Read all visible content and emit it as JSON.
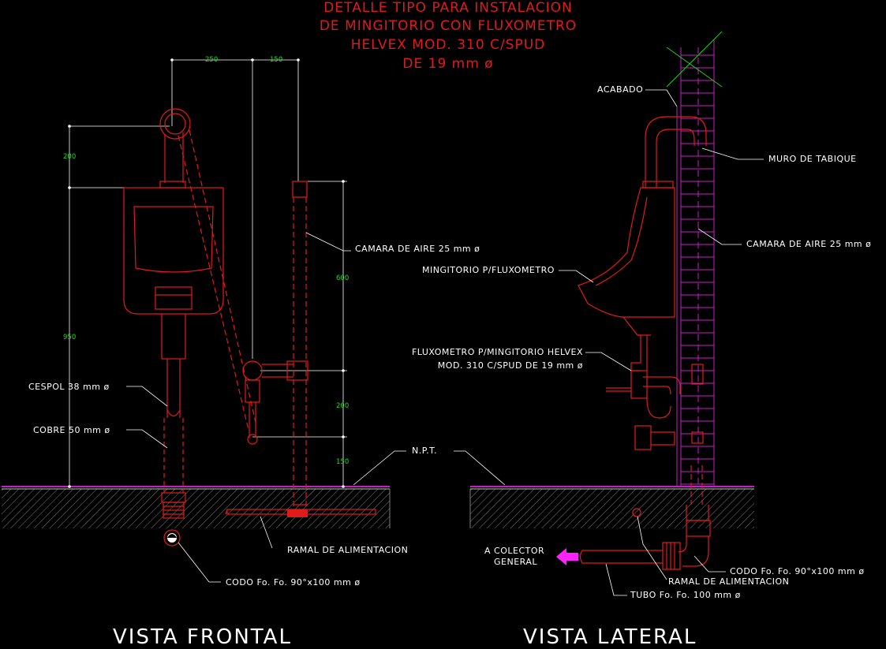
{
  "title_lines": [
    "DETALLE TIPO PARA INSTALACION",
    "DE MINGITORIO CON FLUXOMETRO",
    "HELVEX MOD. 310 C/SPUD",
    "DE 19 mm ø"
  ],
  "views": {
    "frontal": "VISTA FRONTAL",
    "lateral": "VISTA LATERAL"
  },
  "frontal": {
    "dimensions": {
      "d250": "250",
      "d150_top": "150",
      "d200_upper": "200",
      "d950": "950",
      "d600": "600",
      "d200_lower": "200",
      "d150_bottom": "150"
    },
    "labels": {
      "cespol": "CESPOL 38 mm ø",
      "cobre": "COBRE 50 mm ø",
      "camara": "CAMARA DE AIRE 25 mm ø",
      "ramal": "RAMAL DE ALIMENTACION",
      "codo": "CODO Fo. Fo. 90°x100 mm ø"
    }
  },
  "npt": "N.P.T.",
  "lateral": {
    "labels": {
      "acabado": "ACABADO",
      "muro": "MURO DE TABIQUE",
      "camara": "CAMARA DE AIRE 25 mm ø",
      "mingitorio": "MINGITORIO P/FLUXOMETRO",
      "flux_line1": "FLUXOMETRO P/MINGITORIO HELVEX",
      "flux_line2": "MOD. 310 C/SPUD DE 19 mm ø",
      "colector_line1": "A COLECTOR",
      "colector_line2": "GENERAL",
      "codo": "CODO Fo. Fo. 90°x100 mm ø",
      "ramal": "RAMAL DE ALIMENTACION",
      "tubo": "TUBO Fo. Fo. 100 mm ø"
    }
  },
  "colors": {
    "background": "#000000",
    "fixture": "#e11a1a",
    "wall_and_floor": "#c81ec8",
    "dimension_text": "#18e018",
    "annotation": "#ffffff",
    "arrow": "#ff22ff",
    "finish_marker": "#22cc22"
  },
  "icons": {
    "flow_direction": "arrow-left-icon"
  }
}
